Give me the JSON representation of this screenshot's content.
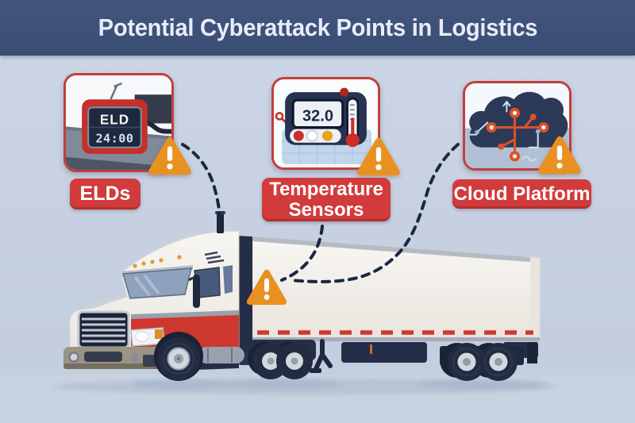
{
  "title": "Potential Cyberattack Points in Logistics",
  "attack_points": [
    {
      "id": "elds",
      "label": "ELDs",
      "icon": "eld-device-icon",
      "screen_line1": "ELD",
      "screen_line2": "24:00"
    },
    {
      "id": "temperature-sensors",
      "label": "Temperature Sensors",
      "label_line1": "Temperature",
      "label_line2": "Sensors",
      "icon": "temperature-sensor-icon",
      "screen_reading": "32.0"
    },
    {
      "id": "cloud-platform",
      "label": "Cloud Platform",
      "icon": "cloud-circuit-icon"
    }
  ],
  "warning_symbol": "!",
  "icons": {
    "warning-triangle-icon": "⚠",
    "eld-device-icon": "electronic logging device with digital clock display",
    "temperature-sensor-icon": "thermostat unit with thermometer",
    "cloud-circuit-icon": "cloud with circuit-board nodes",
    "truck-illustration": "white and red semi-truck with box trailer"
  },
  "colors": {
    "banner": "#3d5078",
    "background": "#c9d3e3",
    "label_red": "#d23b3b",
    "card_border": "#c2403a",
    "warning_orange": "#e89120",
    "connector": "#1b2742",
    "truck_red": "#ce372e",
    "trailer_body": "#f4f1ec",
    "dark_navy": "#252e48"
  }
}
